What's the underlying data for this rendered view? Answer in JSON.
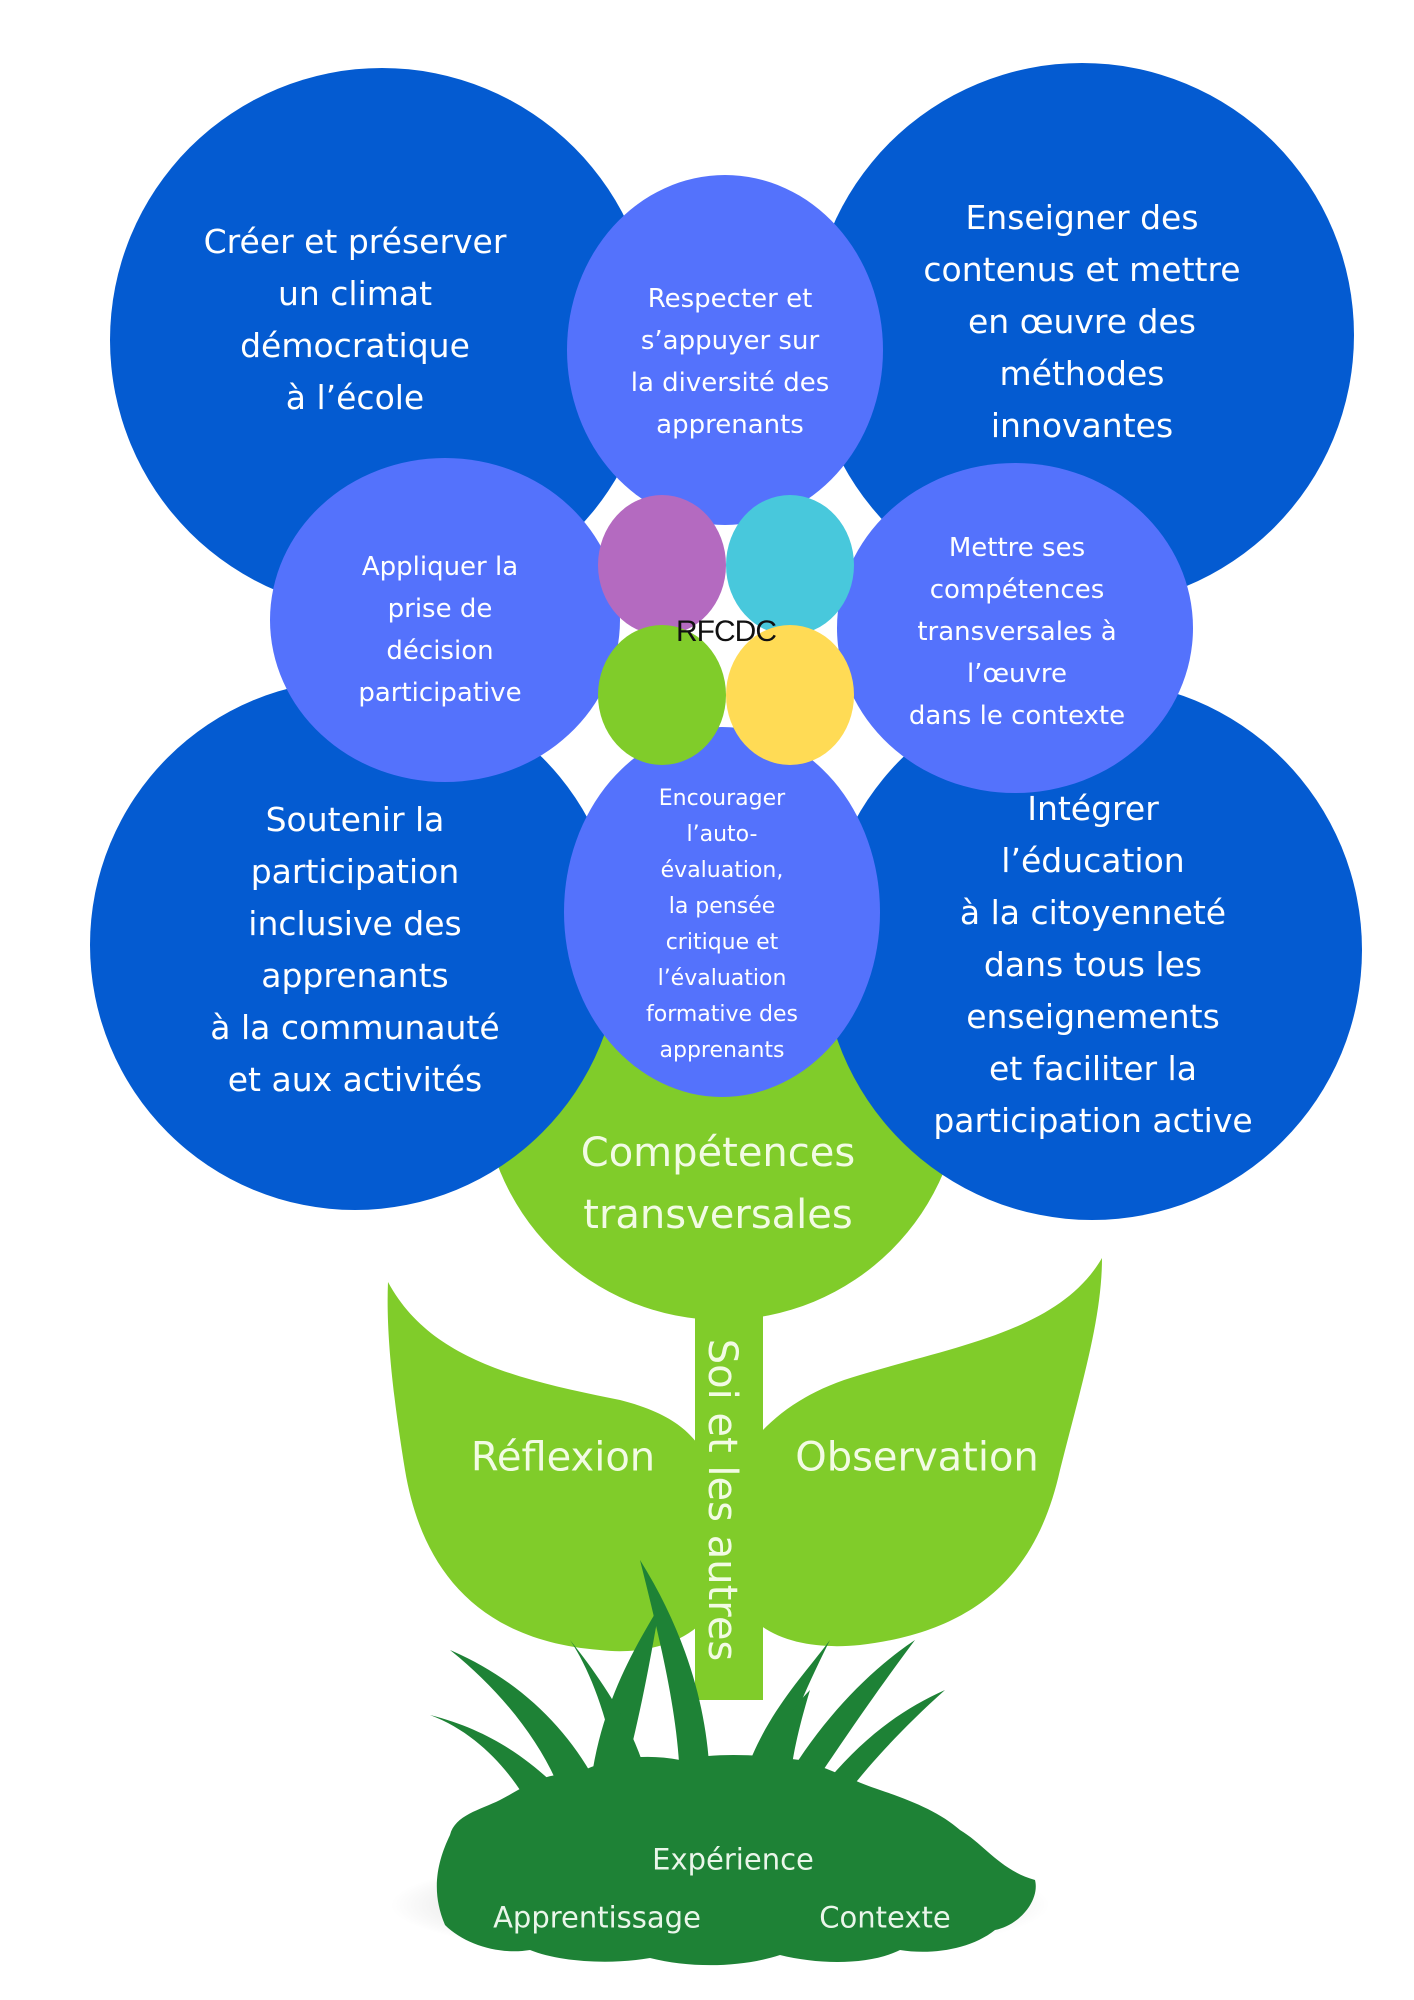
{
  "colors": {
    "outer_petal": "#045bd1",
    "inner_petal": "#5472fc",
    "center_purple": "#b46ac0",
    "center_cyan": "#48c8dc",
    "center_green": "#80cc2a",
    "center_yellow": "#ffdb55",
    "stem_green": "#80cc2a",
    "ground_green": "#1e8236"
  },
  "center": {
    "label": "RFCDC"
  },
  "outer_petals": [
    {
      "id": "top-left",
      "text": "Créer et préserver\nun climat\ndémocratique\nà l’école"
    },
    {
      "id": "top-right",
      "text": "Enseigner des\ncontenus et mettre\nen œuvre des\nméthodes\ninnovantes"
    },
    {
      "id": "bottom-left",
      "text": "Soutenir la\nparticipation\ninclusive des\napprenants\nà la communauté\net aux activités"
    },
    {
      "id": "bottom-right",
      "text": "Intégrer l’éducation\nà la citoyenneté\ndans tous les\nenseignements\net faciliter la\nparticipation active"
    }
  ],
  "inner_petals": [
    {
      "id": "top",
      "text": "Respecter et\ns’appuyer sur\nla diversité des\napprenants"
    },
    {
      "id": "left",
      "text": "Appliquer la\nprise de\ndécision\nparticipative"
    },
    {
      "id": "right",
      "text": "Mettre ses\ncompétences\ntransversales à\nl’œuvre\ndans le contexte"
    },
    {
      "id": "bottom",
      "text": "Encourager\nl’auto-\névaluation,\nla pensée\ncritique et\nl’évaluation\nformative des\napprenants"
    }
  ],
  "stem": {
    "head_label": "Compétences\ntransversales",
    "vertical_label": "Soi et les autres"
  },
  "leaves": {
    "left": "Réflexion",
    "right": "Observation"
  },
  "ground": {
    "top": "Expérience",
    "left": "Apprentissage",
    "right": "Contexte"
  }
}
